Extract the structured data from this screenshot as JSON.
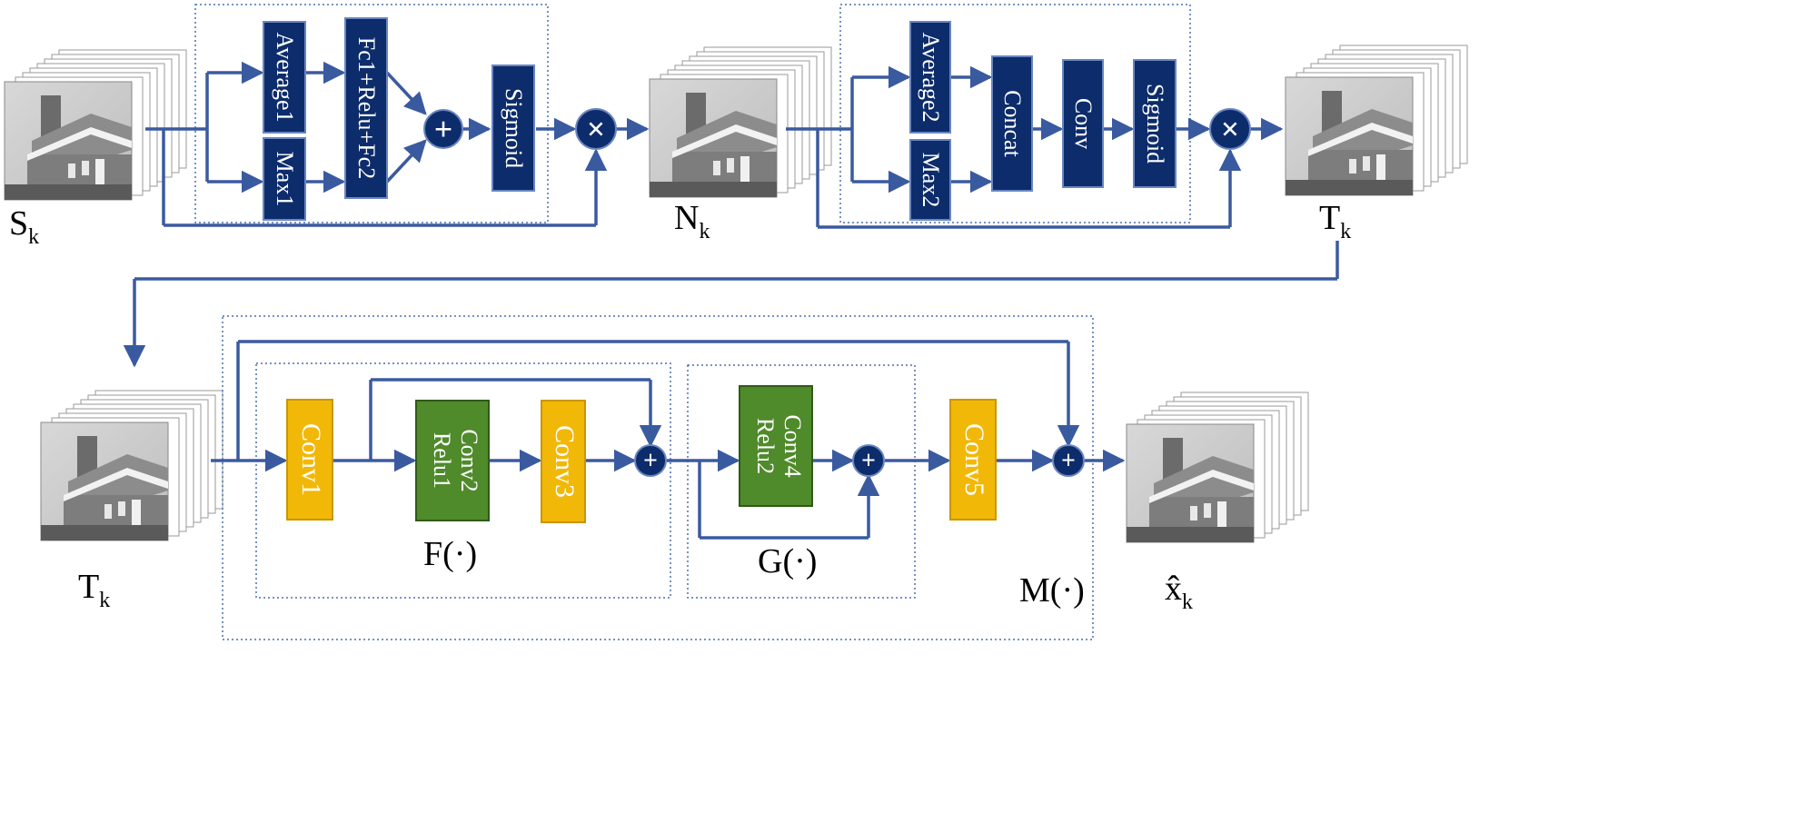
{
  "diagram": {
    "colors": {
      "arrow": "#3a5aa0",
      "navy_block": "#0d2c6b",
      "navy_border": "#6a86c0",
      "yellow_block": "#f2b808",
      "yellow_border": "#c99600",
      "green_block": "#4f8a2b",
      "green_border": "#2f5a18",
      "dotted_box": "#4a6fb0"
    },
    "top_row": {
      "input_label": {
        "main": "S",
        "sub": "k"
      },
      "channel_attention": {
        "blocks": [
          "Average1",
          "Max1",
          "Fc1+Relu+Fc2",
          "Sigmoid"
        ],
        "add_symbol": "+",
        "multiply_symbol": "×"
      },
      "middle_label": {
        "main": "N",
        "sub": "k"
      },
      "spatial_attention": {
        "blocks": [
          "Average2",
          "Max2",
          "Concat",
          "Conv",
          "Sigmoid"
        ],
        "multiply_symbol": "×"
      },
      "output_label": {
        "main": "T",
        "sub": "k"
      }
    },
    "bottom_row": {
      "input_label": {
        "main": "T",
        "sub": "k"
      },
      "F_module": {
        "label": "F(·)",
        "blocks": [
          "Conv1",
          "Conv2\nRelu1",
          "Conv3"
        ],
        "add_symbol": "+"
      },
      "G_module": {
        "label": "G(·)",
        "blocks": [
          "Conv4\nRelu2"
        ],
        "add_symbol": "+"
      },
      "M_module": {
        "label": "M(·)",
        "blocks": [
          "Conv5"
        ],
        "add_symbol": "+"
      },
      "output_label": {
        "main": "x̂",
        "sub": "k"
      }
    }
  }
}
